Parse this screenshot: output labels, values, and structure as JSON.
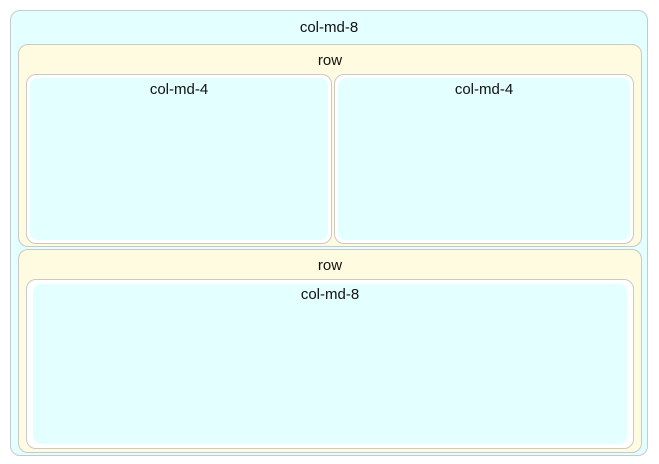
{
  "outer": {
    "label": "col-md-8"
  },
  "rows": [
    {
      "label": "row",
      "columns": [
        {
          "label": "col-md-4"
        },
        {
          "label": "col-md-4"
        }
      ]
    },
    {
      "label": "row",
      "columns": [
        {
          "label": "col-md-8"
        }
      ]
    }
  ]
}
